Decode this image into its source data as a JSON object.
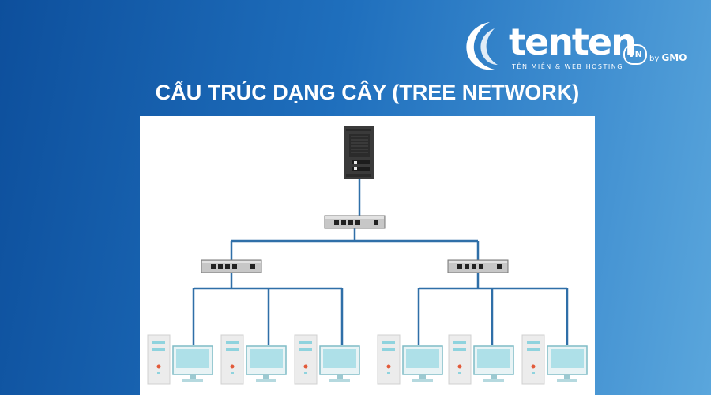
{
  "logo": {
    "brand": "tenten",
    "domain_badge": "VN",
    "by_prefix": "by",
    "by_company": "GMO",
    "tagline": "TÊN MIỀN & WEB HOSTING"
  },
  "title": "CẤU TRÚC DẠNG CÂY (TREE NETWORK)",
  "colors": {
    "background_start": "#0d4f9c",
    "background_end": "#5aa6dc",
    "panel": "#ffffff",
    "link": "#2f6fa8",
    "server": "#3a3a3a",
    "switch": "#c7c7c7",
    "monitor_screen": "#aee0e8",
    "tower": "#eeeeee"
  },
  "diagram": {
    "root": "server-icon",
    "levels": [
      {
        "level": 1,
        "node": "switch-icon",
        "count": 1
      },
      {
        "level": 2,
        "node": "switch-icon",
        "count": 2
      },
      {
        "level": 3,
        "node": "workstation-icon",
        "count": 6
      }
    ]
  }
}
